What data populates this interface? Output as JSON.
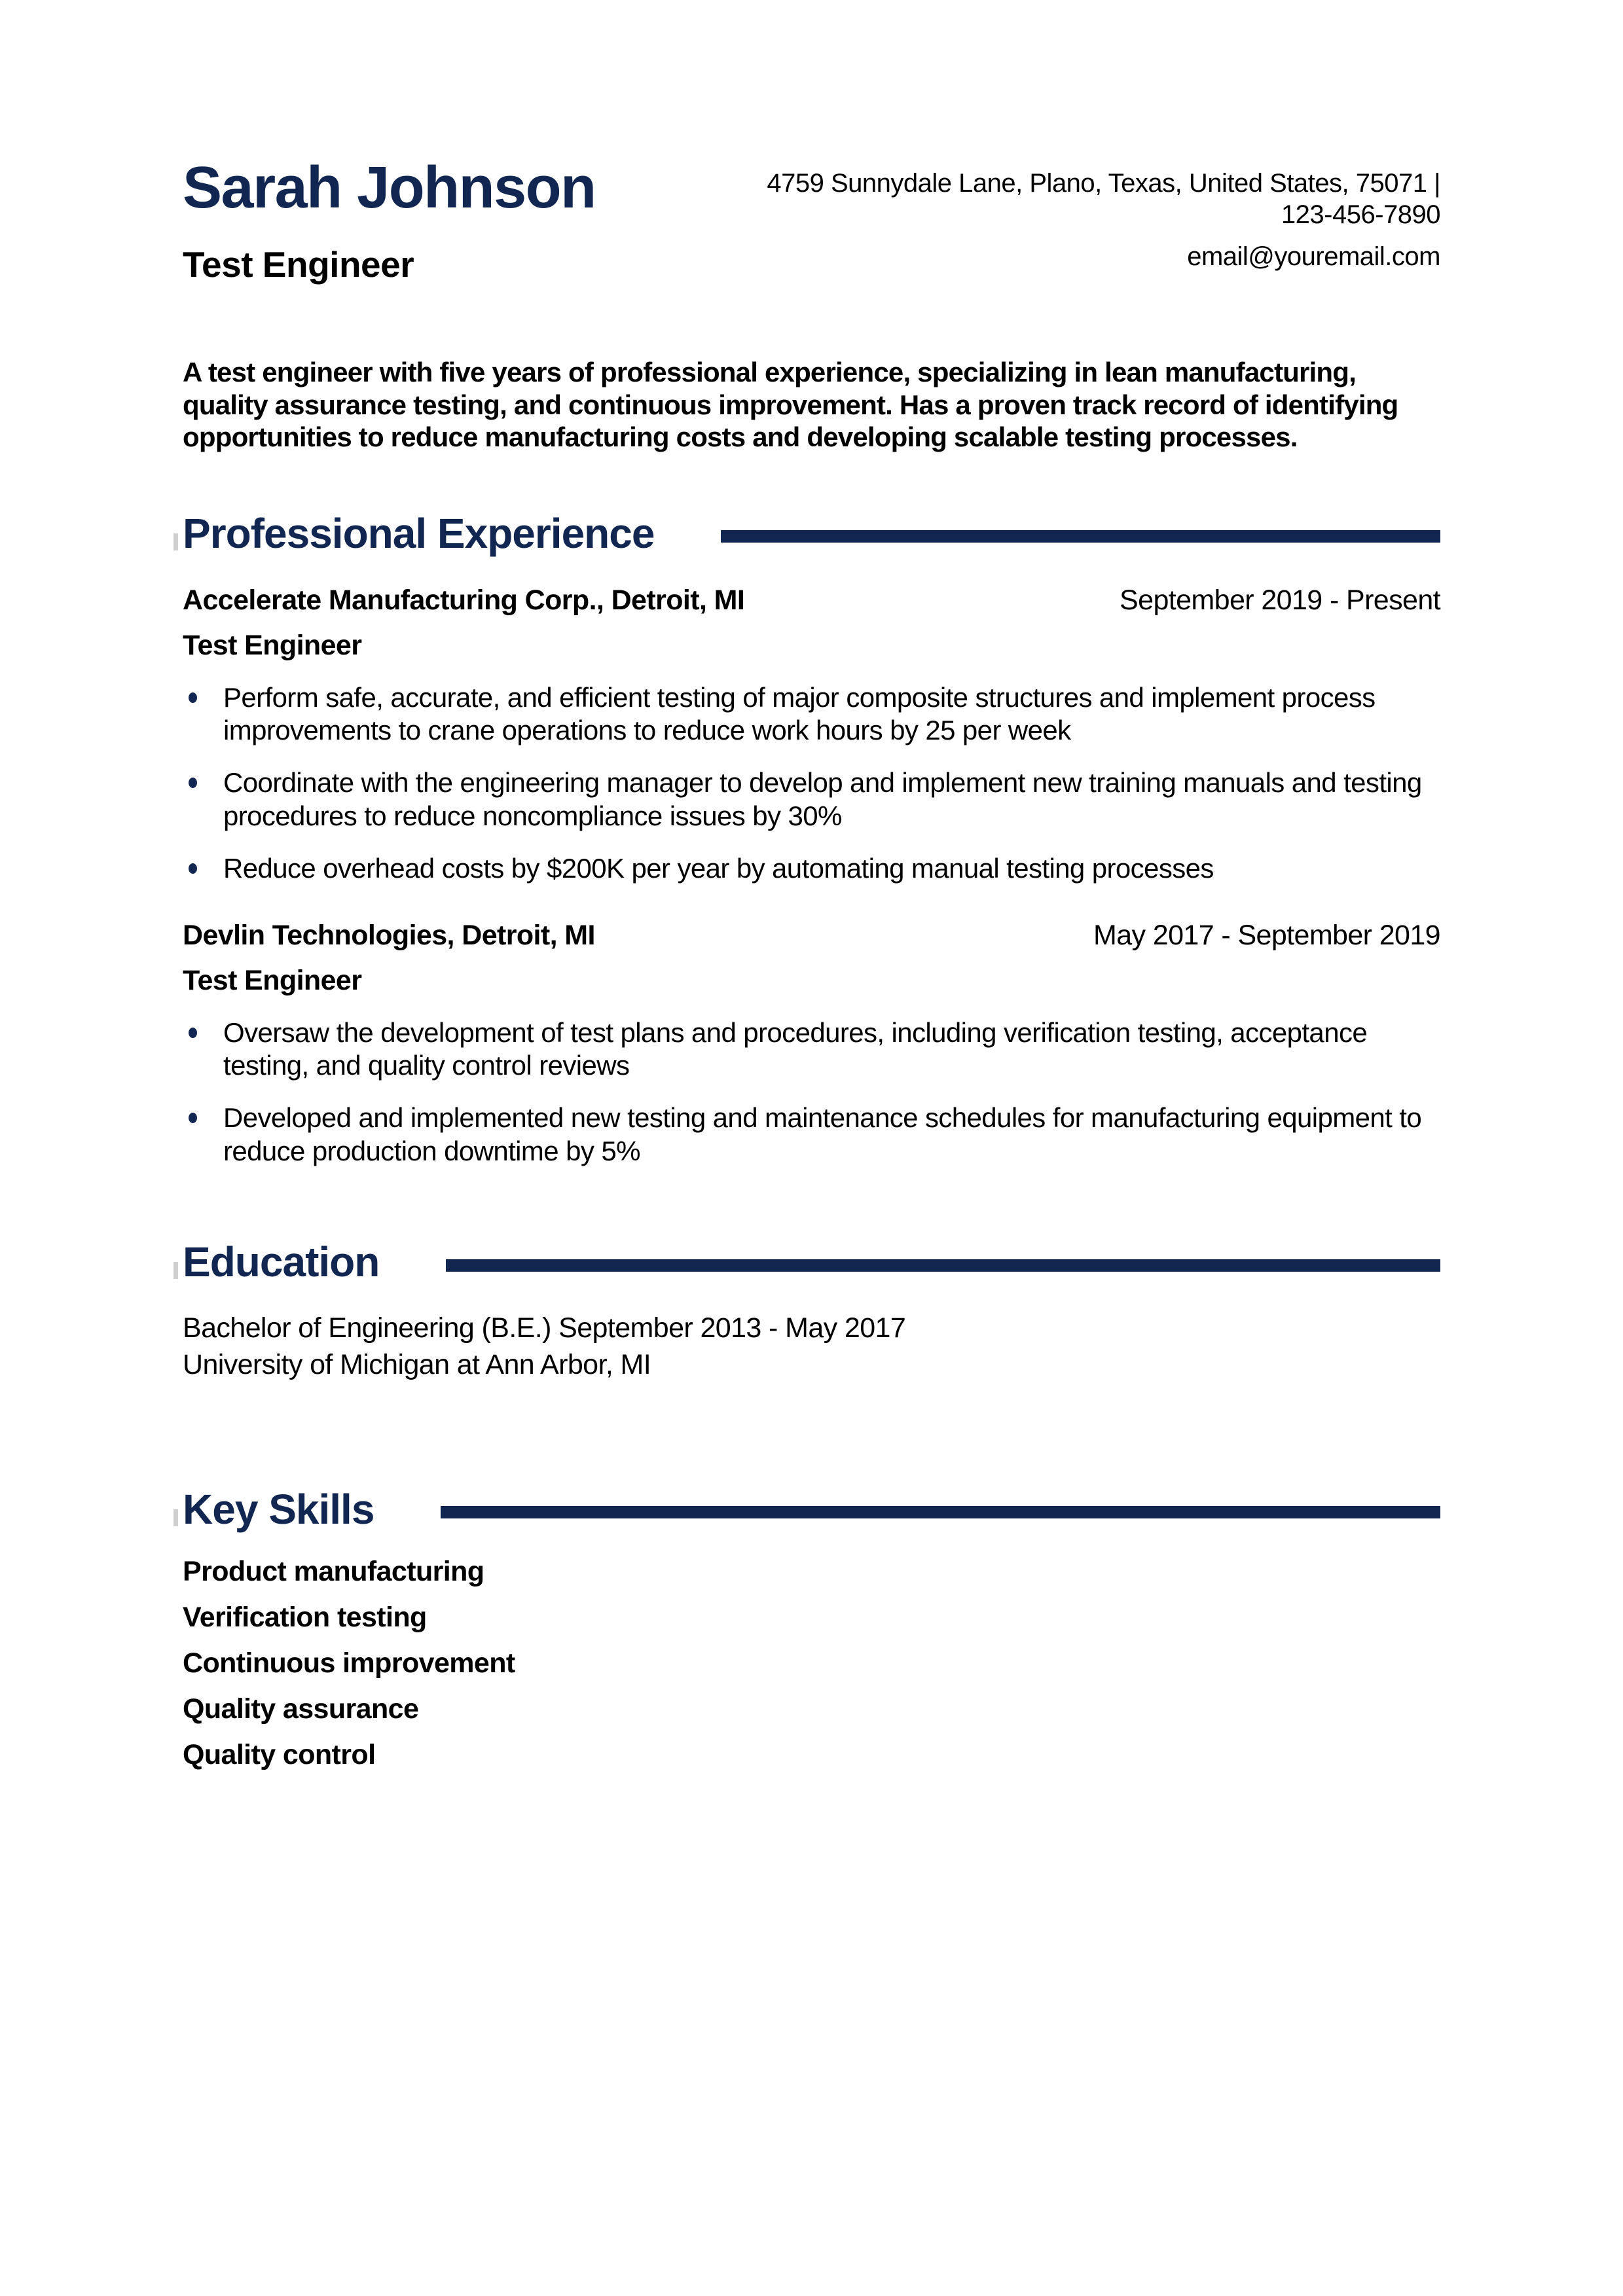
{
  "header": {
    "name": "Sarah Johnson",
    "title": "Test Engineer",
    "contact": {
      "address_line": "4759 Sunnydale Lane, Plano, Texas, United States, 75071 |",
      "phone": "123-456-7890",
      "email": "email@youremail.com"
    }
  },
  "summary": "A test engineer with five years of professional experience, specializing in lean manufacturing, quality assurance testing, and continuous improvement. Has a proven track record of identifying opportunities to reduce manufacturing costs and developing scalable testing processes.",
  "experience": {
    "heading": "Professional Experience",
    "jobs": [
      {
        "company": "Accelerate Manufacturing Corp., Detroit, MI",
        "dates": "September 2019 - Present",
        "role": "Test Engineer",
        "bullets": [
          "Perform safe, accurate, and efficient testing of major composite structures and implement process improvements to crane operations to reduce work hours by 25 per week",
          "Coordinate with the engineering manager to develop and implement new training manuals and testing procedures to reduce noncompliance issues by 30%",
          "Reduce overhead costs by $200K per year by automating manual testing processes"
        ]
      },
      {
        "company": "Devlin Technologies, Detroit, MI",
        "dates": "May 2017 - September 2019",
        "role": "Test Engineer",
        "bullets": [
          "Oversaw the development of test plans and procedures, including verification testing, acceptance testing, and quality control reviews",
          "Developed and implemented new testing and maintenance schedules for manufacturing equipment to reduce production downtime by 5%"
        ]
      }
    ]
  },
  "education": {
    "heading": "Education",
    "degree_line": "Bachelor of Engineering (B.E.) September 2013 - May 2017",
    "school_line": "University of Michigan at Ann Arbor, MI"
  },
  "skills": {
    "heading": "Key Skills",
    "items": [
      "Product manufacturing",
      "Verification testing",
      "Continuous improvement",
      "Quality assurance",
      "Quality control"
    ]
  },
  "icons": {
    "bullet": "filled-circle",
    "heading_tick": "small-gray-bar"
  },
  "colors": {
    "accent": "#112650",
    "text": "#000000",
    "heading_tick": "#cfcfcf",
    "background": "#ffffff"
  }
}
